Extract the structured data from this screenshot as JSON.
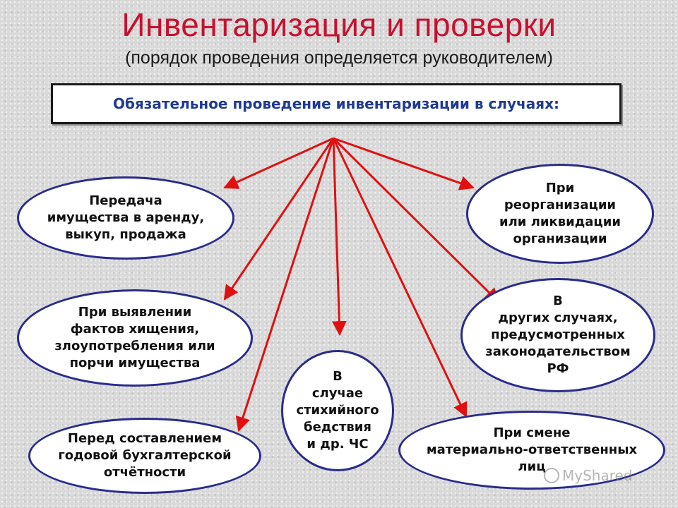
{
  "title": "Инвентаризация и проверки",
  "subtitle": "(порядок проведения определяется руководителем)",
  "header": "Обязательное проведение инвентаризации в случаях:",
  "nodes": {
    "lease": "Передача\nимущества в аренду,\nвыкуп, продажа",
    "theft": "При выявлении\nфактов хищения,\nзлоупотребления или\nпорчи имущества",
    "annual": "Перед составлением\nгодовой бухгалтерской\nотчётности",
    "disaster": "В\nслучае\nстихийного\nбедствия\nи др. ЧС",
    "reorg": "При\nреорганизации\nили ликвидации\nорганизации",
    "other": "В\nдругих случаях,\nпредусмотренных\nзаконодательством\nРФ",
    "change": "При смене\nматериально-ответственных\nлиц"
  },
  "colors": {
    "title": "#c8102e",
    "arrow": "#e01010",
    "ellipse_border": "#2b2b8c",
    "header_text": "#1f3a93"
  },
  "watermark": "MyShared"
}
